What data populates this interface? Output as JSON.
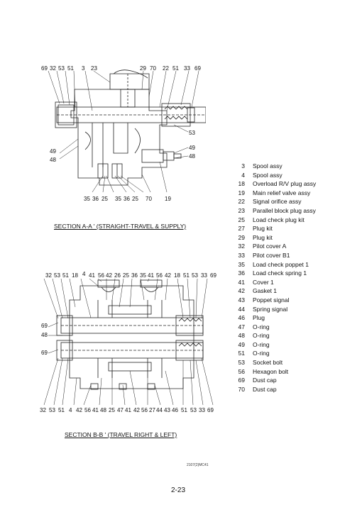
{
  "top": {
    "callouts_top": [
      "69",
      "32",
      "53",
      "51",
      "3",
      "23",
      "29",
      "70",
      "22",
      "51",
      "33",
      "69"
    ],
    "callouts_left": [
      "49",
      "48"
    ],
    "callouts_right": [
      "53",
      "49",
      "48"
    ],
    "callouts_bottom": [
      "35",
      "36",
      "25",
      "35",
      "36",
      "25",
      "70",
      "19"
    ],
    "caption": "SECTION  A-A ' (STRAIGHT-TRAVEL & SUPPLY)"
  },
  "bottom": {
    "callouts_top": [
      "32",
      "53",
      "51",
      "18",
      "4",
      "41",
      "56",
      "42",
      "26",
      "25",
      "36",
      "35",
      "41",
      "56",
      "42",
      "18",
      "51",
      "53",
      "33",
      "69"
    ],
    "callouts_left": [
      "69",
      "48",
      "69"
    ],
    "callouts_bottom": [
      "32",
      "53",
      "51",
      "4",
      "42",
      "56",
      "41",
      "48",
      "25",
      "47",
      "41",
      "42",
      "56",
      "27",
      "44",
      "43",
      "46",
      "51",
      "53",
      "33",
      "69"
    ],
    "caption": "SECTION  B-B ' (TRAVEL RIGHT & LEFT)"
  },
  "parts": [
    {
      "no": "3",
      "name": "Spool assy"
    },
    {
      "no": "4",
      "name": "Spool assy"
    },
    {
      "no": "18",
      "name": "Overload R/V plug assy"
    },
    {
      "no": "19",
      "name": "Main relief valve assy"
    },
    {
      "no": "22",
      "name": "Signal orifice assy"
    },
    {
      "no": "23",
      "name": "Parallel block plug assy"
    },
    {
      "no": "25",
      "name": "Load check plug kit"
    },
    {
      "no": "27",
      "name": "Plug kit"
    },
    {
      "no": "29",
      "name": "Plug kit"
    },
    {
      "no": "32",
      "name": "Pilot cover A"
    },
    {
      "no": "33",
      "name": "Pilot cover B1"
    },
    {
      "no": "35",
      "name": "Load check poppet 1"
    },
    {
      "no": "36",
      "name": "Load check spring 1"
    },
    {
      "no": "41",
      "name": "Cover 1"
    },
    {
      "no": "42",
      "name": "Gasket 1"
    },
    {
      "no": "43",
      "name": "Poppet signal"
    },
    {
      "no": "44",
      "name": "Spring signal"
    },
    {
      "no": "46",
      "name": "Plug"
    },
    {
      "no": "47",
      "name": "O-ring"
    },
    {
      "no": "48",
      "name": "O-ring"
    },
    {
      "no": "49",
      "name": "O-ring"
    },
    {
      "no": "51",
      "name": "O-ring"
    },
    {
      "no": "53",
      "name": "Socket bolt"
    },
    {
      "no": "56",
      "name": "Hexagon bolt"
    },
    {
      "no": "69",
      "name": "Dust cap"
    },
    {
      "no": "70",
      "name": "Dust cap"
    }
  ],
  "drawing_code": "2107(2)MC41",
  "page_number": "2-23"
}
